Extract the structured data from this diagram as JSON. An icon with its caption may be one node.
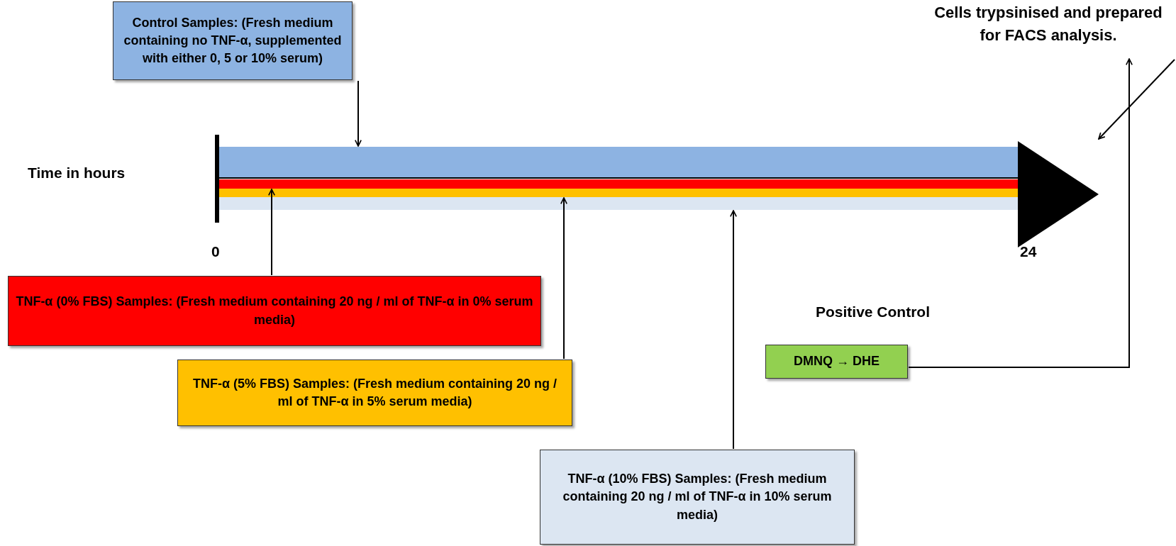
{
  "diagram": {
    "nodes": [
      {
        "text": [
          "Control Samples: (Fresh medium containing no TNF-α, supplemented with either 0, 5 or 10% serum)"
        ]
      },
      {
        "text": [
          "Cells trypsinised and prepared for FACS analysis."
        ]
      },
      {
        "text": [],
        "shape": "bar"
      },
      {
        "text": [],
        "shape": "bar"
      },
      {
        "text": [],
        "shape": "bar"
      },
      {
        "text": [],
        "shape": "bar"
      },
      {
        "text": [],
        "shape": "triangle"
      },
      {
        "text": [
          "TNF-α (0% FBS) Samples:   (Fresh medium containing 20 ng / ml of TNF-α in 0% serum media)"
        ]
      },
      {
        "text": [
          "TNF-α (5% FBS) Samples:   (Fresh medium containing 20 ng / ml of TNF-α in 5% serum media)"
        ]
      },
      {
        "text": [
          "DMNQ → DHE"
        ]
      },
      {
        "text": [
          "TNF-α (10% FBS) Samples: (Fresh medium containing 20 ng / ml of TNF-α in 10% serum media)"
        ]
      }
    ],
    "edges": [
      {
        "from": 0,
        "to": 2,
        "arrow": "to"
      },
      {
        "from": 1,
        "to": 6,
        "arrow": "to"
      },
      {
        "from": 7,
        "to": 3,
        "arrow": "to"
      },
      {
        "from": 8,
        "to": 4,
        "arrow": "to"
      },
      {
        "from": 10,
        "to": 5,
        "arrow": "to"
      },
      {
        "from": 9,
        "to": 1,
        "arrow": "to"
      }
    ],
    "labels": [
      "Time in hours",
      "0",
      "24",
      "Positive Control"
    ]
  }
}
